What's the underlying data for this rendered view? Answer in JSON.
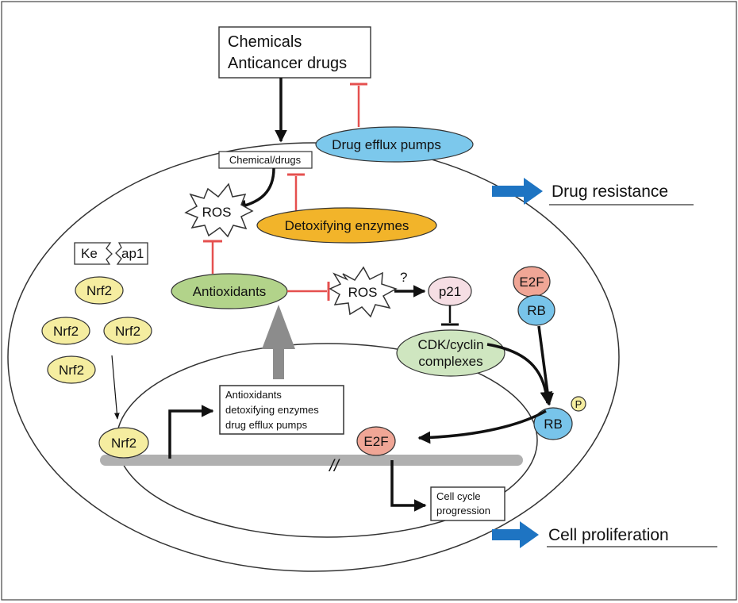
{
  "colors": {
    "inhibit": "#e5504f",
    "activate": "#111111",
    "efflux_fill": "#7cc8ec",
    "detox_fill": "#f2b42a",
    "antiox_fill": "#b2d38a",
    "nrf2_fill": "#f5eda0",
    "rb_fill": "#78c4ea",
    "e2f_fill": "#f0a696",
    "p21_fill": "#f6dee4",
    "cdk_fill": "#cfe6c0",
    "upregulate": "#8c8c8c",
    "output_arrow": "#1e74c2",
    "chromatin": "#b0b0b0"
  },
  "nodes": {
    "chemicals_line1": "Chemicals",
    "chemicals_line2": "Anticancer drugs",
    "chemical_drugs": "Chemical/drugs",
    "drug_efflux_pumps": "Drug efflux pumps",
    "ros_top": "ROS",
    "detoxifying_enzymes": "Detoxifying enzymes",
    "keap1_left": "Ke",
    "keap1_right": "ap1",
    "nrf2": "Nrf2",
    "antioxidants": "Antioxidants",
    "ros_mid": "ROS",
    "question_mark": "?",
    "p21": "p21",
    "e2f": "E2F",
    "rb": "RB",
    "phospho": "P",
    "cdk_line1": "CDK/cyclin",
    "cdk_line2": "complexes",
    "genes_line1": "Antioxidants",
    "genes_line2": "detoxifying enzymes",
    "genes_line3": "drug efflux pumps",
    "break_mark": "//",
    "cell_cycle_line1": "Cell cycle",
    "cell_cycle_line2": "progression"
  },
  "outcomes": {
    "drug_resistance": "Drug resistance",
    "cell_proliferation": "Cell proliferation"
  }
}
